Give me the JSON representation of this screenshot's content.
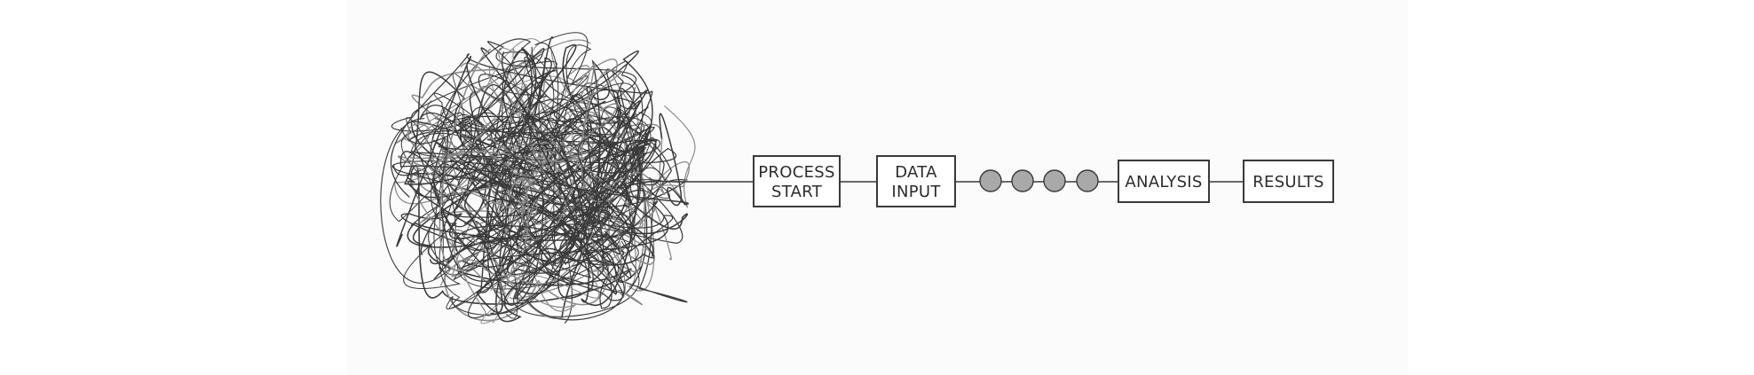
{
  "diagram": {
    "colors": {
      "ink": "#3a3a3a",
      "ink_light": "#8a8a8a",
      "dot_fill": "#a9a9a9",
      "box_fill": "#ffffff"
    },
    "nodes": [
      {
        "id": "process-start",
        "lines": [
          "PROCESS",
          "START"
        ]
      },
      {
        "id": "data-input",
        "lines": [
          "DATA",
          "INPUT"
        ]
      },
      {
        "id": "dots",
        "count": 4
      },
      {
        "id": "analysis",
        "lines": [
          "ANALYSIS"
        ]
      },
      {
        "id": "results",
        "lines": [
          "RESULTS"
        ]
      }
    ]
  }
}
